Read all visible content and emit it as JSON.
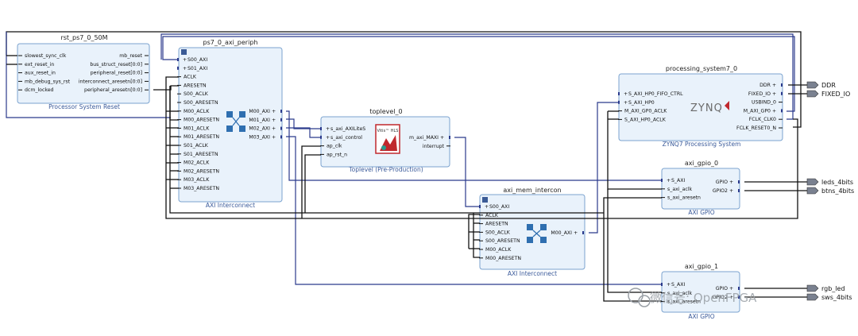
{
  "blocks": {
    "rst": {
      "name": "rst_ps7_0_50M",
      "subtitle": "Processor System Reset",
      "left_ports": [
        "slowest_sync_clk",
        "ext_reset_in",
        "aux_reset_in",
        "mb_debug_sys_rst",
        "dcm_locked"
      ],
      "right_ports": [
        "mb_reset",
        "bus_struct_reset[0:0]",
        "peripheral_reset[0:0]",
        "interconnect_aresetn[0:0]",
        "peripheral_aresetn[0:0]"
      ]
    },
    "periph": {
      "name": "ps7_0_axi_periph",
      "subtitle": "AXI Interconnect",
      "left_ports": [
        "S00_AXI",
        "S01_AXI",
        "ACLK",
        "ARESETN",
        "S00_ACLK",
        "S00_ARESETN",
        "M00_ACLK",
        "M00_ARESETN",
        "M01_ACLK",
        "M01_ARESETN",
        "S01_ACLK",
        "S01_ARESETN",
        "M02_ACLK",
        "M02_ARESETN",
        "M03_ACLK",
        "M03_ARESETN"
      ],
      "right_ports": [
        "M00_AXI",
        "M01_AXI",
        "M02_AXI",
        "M03_AXI"
      ]
    },
    "toplevel": {
      "name": "toplevel_0",
      "subtitle": "Toplevel (Pre-Production)",
      "logo": "Vitis™ HLS",
      "left_ports": [
        "s_axi_AXILiteS",
        "s_axi_control",
        "ap_clk",
        "ap_rst_n"
      ],
      "right_ports": [
        "m_axi_MAXI",
        "interrupt"
      ]
    },
    "ps7": {
      "name": "processing_system7_0",
      "subtitle": "ZYNQ7 Processing System",
      "logo": "ZYNQ",
      "left_ports": [
        "S_AXI_HP0_FIFO_CTRL",
        "S_AXI_HP0",
        "M_AXI_GP0_ACLK",
        "S_AXI_HP0_ACLK"
      ],
      "right_ports": [
        "DDR",
        "FIXED_IO",
        "USBIND_0",
        "M_AXI_GP0",
        "FCLK_CLK0",
        "FCLK_RESET0_N"
      ]
    },
    "memic": {
      "name": "axi_mem_intercon",
      "subtitle": "AXI Interconnect",
      "left_ports": [
        "S00_AXI",
        "ACLK",
        "ARESETN",
        "S00_ACLK",
        "S00_ARESETN",
        "M00_ACLK",
        "M00_ARESETN"
      ],
      "right_ports": [
        "M00_AXI"
      ]
    },
    "gpio0": {
      "name": "axi_gpio_0",
      "subtitle": "AXI GPIO",
      "left_ports": [
        "S_AXI",
        "s_axi_aclk",
        "s_axi_aresetn"
      ],
      "right_ports": [
        "GPIO",
        "GPIO2"
      ]
    },
    "gpio1": {
      "name": "axi_gpio_1",
      "subtitle": "AXI GPIO",
      "left_ports": [
        "S_AXI",
        "s_axi_aclk",
        "s_axi_aresetn"
      ],
      "right_ports": [
        "GPIO",
        "GPIO2"
      ]
    }
  },
  "external_ports": [
    "DDR",
    "FIXED_IO",
    "leds_4bits",
    "btns_4bits",
    "rgb_led",
    "sws_4bits"
  ],
  "watermark": "微信号: OpenFPGA",
  "colors": {
    "block_fill": "#e9f2fb",
    "block_border": "#7ba3cf",
    "bus_wire": "#2b3a8c",
    "net_wire": "#111111",
    "subtitle_text": "#3a5a9a",
    "hls_logo": "#c0282d"
  }
}
